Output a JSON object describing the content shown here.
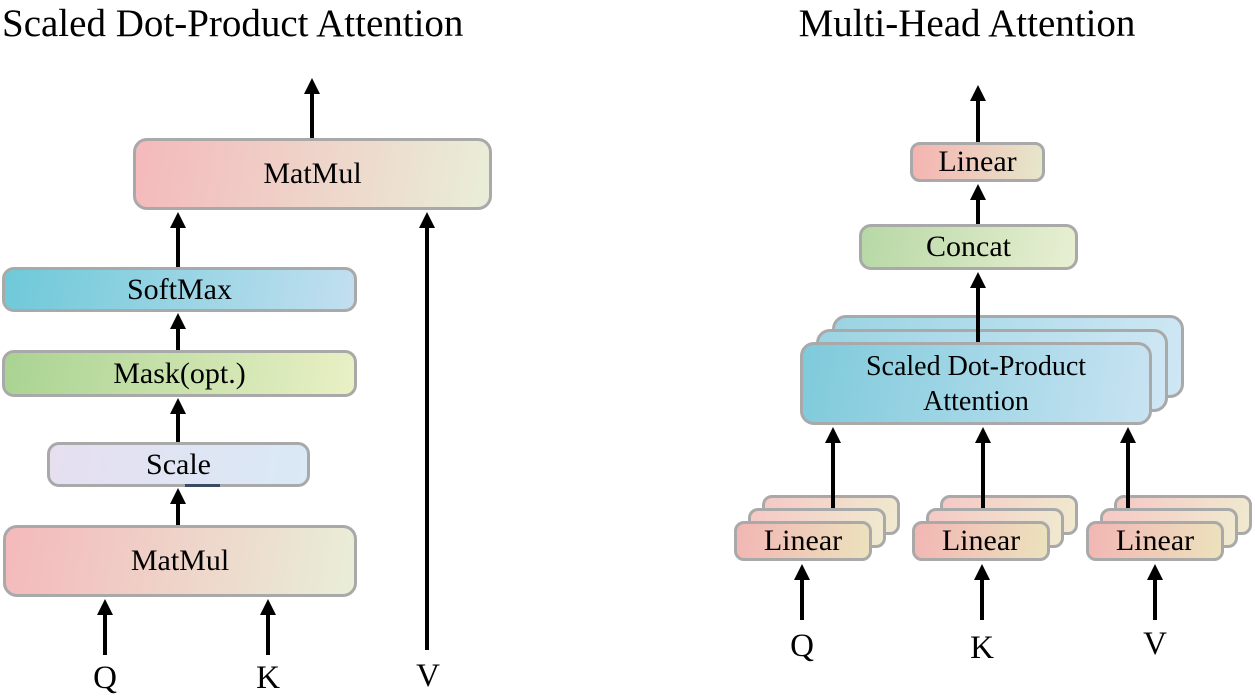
{
  "figure": {
    "left": {
      "title": "Scaled Dot-Product Attention",
      "boxes": {
        "matmul_top": "MatMul",
        "softmax": "SoftMax",
        "mask": "Mask(opt.)",
        "scale": "Scale",
        "matmul_bottom": "MatMul"
      },
      "inputs": {
        "q": "Q",
        "k": "K",
        "v": "V"
      }
    },
    "right": {
      "title": "Multi-Head Attention",
      "boxes": {
        "linear_out": "Linear",
        "concat": "Concat",
        "sdpa_line1": "Scaled Dot-Product",
        "sdpa_line2": "Attention",
        "linear_q": "Linear",
        "linear_k": "Linear",
        "linear_v": "Linear"
      },
      "inputs": {
        "q": "Q",
        "k": "K",
        "v": "V"
      },
      "head_stack_count": 3
    }
  },
  "colors": {
    "border": "#a9a9a9",
    "arrow": "#000000",
    "matmul": {
      "from": "#f4b9bb",
      "to": "#e9eed8",
      "angle": "100deg"
    },
    "softmax": {
      "from": "#6ec9d8",
      "to": "#c2dff0",
      "angle": "100deg"
    },
    "mask": {
      "from": "#a9d392",
      "to": "#e9f0c5",
      "angle": "100deg"
    },
    "scale": {
      "from": "#e6dff0",
      "to": "#d9e9f6",
      "angle": "100deg"
    },
    "sdpa": {
      "from": "#7ecadb",
      "to": "#c8e3f2",
      "angle": "100deg"
    },
    "sdpa_back": {
      "from": "#9bd4e3",
      "to": "#cfe7f4",
      "angle": "100deg"
    },
    "concat": {
      "from": "#b7d8a6",
      "to": "#e8efd2",
      "angle": "100deg"
    },
    "linear_out": {
      "from": "#f5b3b0",
      "to": "#e6e7cb",
      "angle": "100deg"
    },
    "linear_stack": {
      "from": "#f2b6b4",
      "to": "#ece2bd",
      "angle": "100deg"
    },
    "linear_stack_back": {
      "from": "#f5c9c6",
      "to": "#f0e9cf",
      "angle": "100deg"
    }
  }
}
